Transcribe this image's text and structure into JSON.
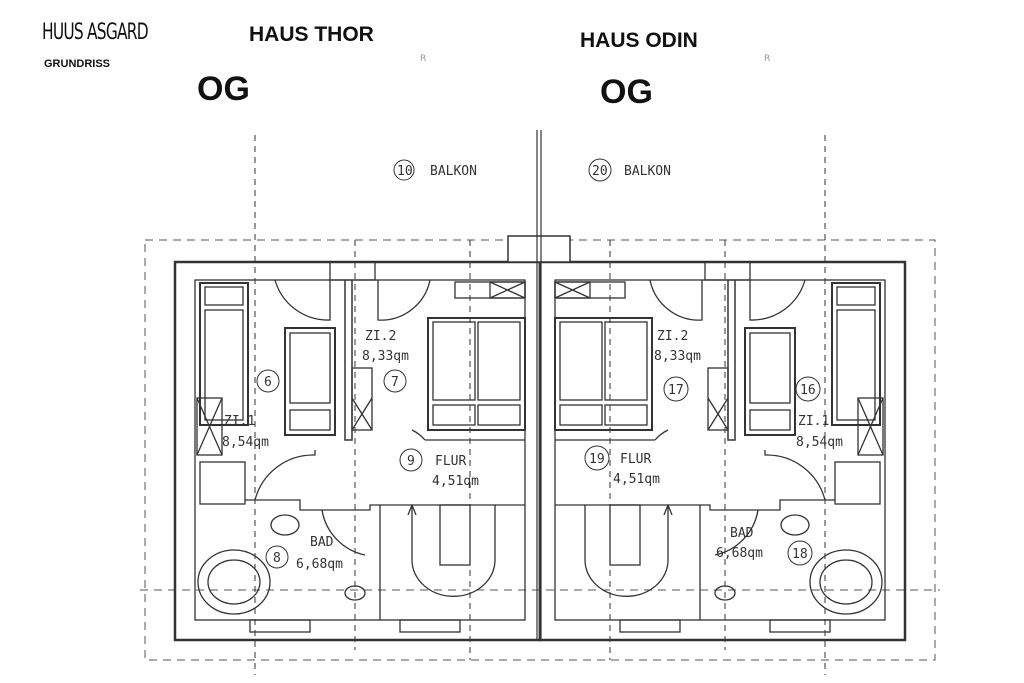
{
  "header": {
    "logo": "HUUS ASGARD",
    "subtitle": "GRUNDRISS"
  },
  "houses": [
    {
      "name": "HAUS THOR",
      "floor": "OG",
      "mark": "R",
      "balcony": {
        "num": "10",
        "label": "BALKON"
      },
      "zi2": {
        "name": "ZI.2",
        "area": "8,33qm",
        "num": "7"
      },
      "zi1": {
        "name": "ZI.1",
        "area": "8,54qm",
        "num": "6"
      },
      "flur": {
        "name": "FLUR",
        "area": "4,51qm",
        "num": "9"
      },
      "bad": {
        "name": "BAD",
        "area": "6,68qm",
        "num": "8"
      }
    },
    {
      "name": "HAUS ODIN",
      "floor": "OG",
      "mark": "R",
      "balcony": {
        "num": "20",
        "label": "BALKON"
      },
      "zi2": {
        "name": "ZI.2",
        "area": "8,33qm",
        "num": "17"
      },
      "zi1": {
        "name": "ZI.1",
        "area": "8,54qm",
        "num": "16"
      },
      "flur": {
        "name": "FLUR",
        "area": "4,51qm",
        "num": "19"
      },
      "bad": {
        "name": "BAD",
        "area": "6,68qm",
        "num": "18"
      }
    }
  ]
}
